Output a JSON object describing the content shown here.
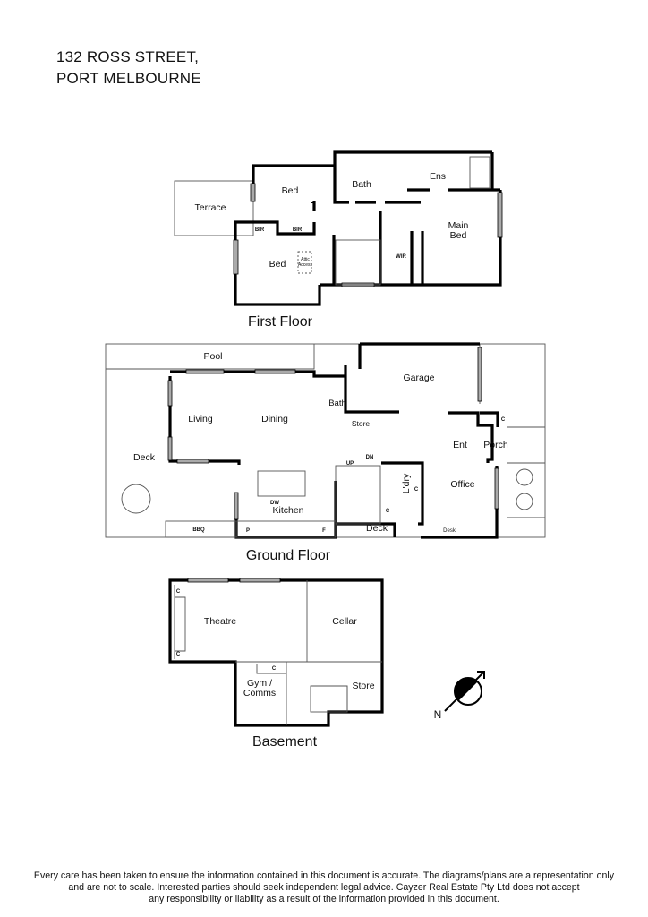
{
  "title": {
    "line1": "132 ROSS STREET,",
    "line2": "PORT MELBOURNE"
  },
  "first_floor": {
    "label": "First Floor",
    "rooms": {
      "terrace": "Terrace",
      "bed1": "Bed",
      "bath": "Bath",
      "ens": "Ens",
      "main_bed_1": "Main",
      "main_bed_2": "Bed",
      "bir1": "BIR",
      "bir2": "BIR",
      "bed2": "Bed",
      "attic_1": "Attic",
      "attic_2": "Access",
      "wir": "WIR"
    }
  },
  "ground_floor": {
    "label": "Ground Floor",
    "rooms": {
      "pool": "Pool",
      "garage": "Garage",
      "bath": "Bath",
      "living": "Living",
      "dining": "Dining",
      "store": "Store",
      "c1": "C",
      "ent": "Ent",
      "porch": "Porch",
      "deck1": "Deck",
      "up": "UP",
      "dn": "DN",
      "ldry": "L'dry",
      "c2": "C",
      "office": "Office",
      "dw": "DW",
      "kitchen": "Kitchen",
      "c3": "C",
      "bbq": "BBQ",
      "p": "P",
      "f": "F",
      "deck2": "Deck",
      "desk": "Desk"
    }
  },
  "basement": {
    "label": "Basement",
    "rooms": {
      "theatre": "Theatre",
      "cellar": "Cellar",
      "c1": "C",
      "c2": "C",
      "c3": "C",
      "gym_1": "Gym /",
      "gym_2": "Comms",
      "store": "Store"
    }
  },
  "compass": {
    "label": "N",
    "icon": "north-arrow-icon"
  },
  "disclaimer": {
    "line1": "Every care has been taken to ensure the information contained in this document is accurate. The diagrams/plans are a representation only",
    "line2": "and are not to scale. Interested parties should seek independent legal advice. Cayzer Real Estate Pty Ltd does not accept",
    "line3": "any responsibility or liability as a result of the information provided in this document."
  }
}
